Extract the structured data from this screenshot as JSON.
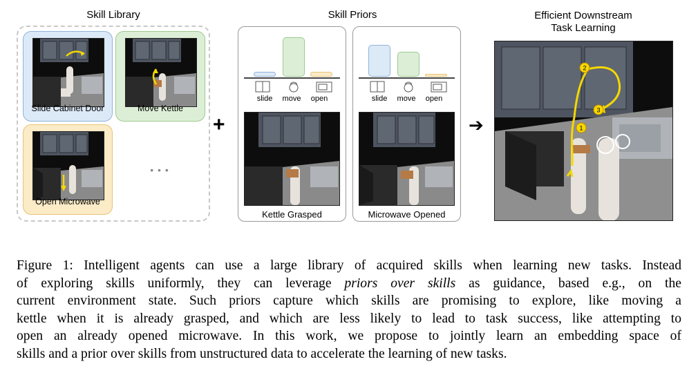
{
  "figure": {
    "skill_library": {
      "title": "Skill Library",
      "skills": [
        {
          "label": "Slide Cabinet Door",
          "color": "#dce9f7",
          "border": "#8fb3d9"
        },
        {
          "label": "Move Kettle",
          "color": "#dcefd6",
          "border": "#9cc990"
        },
        {
          "label": "Open Microwave",
          "color": "#fbebc6",
          "border": "#e6c37a"
        }
      ],
      "more": "• • •"
    },
    "plus_sign": "+",
    "skill_priors": {
      "title": "Skill Priors",
      "panels": [
        {
          "scene_label": "Kettle Grasped",
          "prior": {
            "slide": 0.12,
            "move": 0.92,
            "open": 0.12
          }
        },
        {
          "scene_label": "Microwave Opened",
          "prior": {
            "slide": 0.75,
            "move": 0.58,
            "open": 0.06
          }
        }
      ],
      "skill_names": [
        "slide",
        "move",
        "open"
      ],
      "bar_colors": {
        "slide": "#dce9f7",
        "move": "#dcefd6",
        "open": "#fbebc6"
      },
      "bar_borders": {
        "slide": "#8fb3d9",
        "move": "#9cc990",
        "open": "#e6c37a"
      }
    },
    "arrow": "➔",
    "downstream": {
      "title_line1": "Efficient Downstream",
      "title_line2": "Task Learning",
      "steps": [
        "1",
        "2",
        "3"
      ],
      "path_color": "#f5d800"
    }
  },
  "caption": {
    "lines": [
      "Figure 1: Intelligent agents can use a large library of acquired skills when learning new tasks. Instead",
      "of exploring skills uniformly, they can leverage |priors over skills| as guidance, based e.g., on the",
      "current environment state. Such priors capture which skills are promising to explore, like moving a",
      "kettle when it is already grasped, and which are less likely to lead to task success, like attempting to",
      "open an already opened microwave. In this work, we propose to jointly learn an embedding space of",
      "skills and a prior over skills from unstructured data to accelerate the learning of new tasks."
    ],
    "line1": "Figure 1: Intelligent agents can use a large library of acquired skills when learning new tasks. Instead",
    "line2_pre": "of exploring skills uniformly, they can leverage ",
    "line2_em": "priors over skills",
    "line2_post": " as guidance, based e.g., on the",
    "line3": "current environment state. Such priors capture which skills are promising to explore, like moving a",
    "line4": "kettle when it is already grasped, and which are less likely to lead to task success, like attempting to",
    "line5": "open an already opened microwave. In this work, we propose to jointly learn an embedding space of",
    "line6": "skills and a prior over skills from unstructured data to accelerate the learning of new tasks."
  }
}
